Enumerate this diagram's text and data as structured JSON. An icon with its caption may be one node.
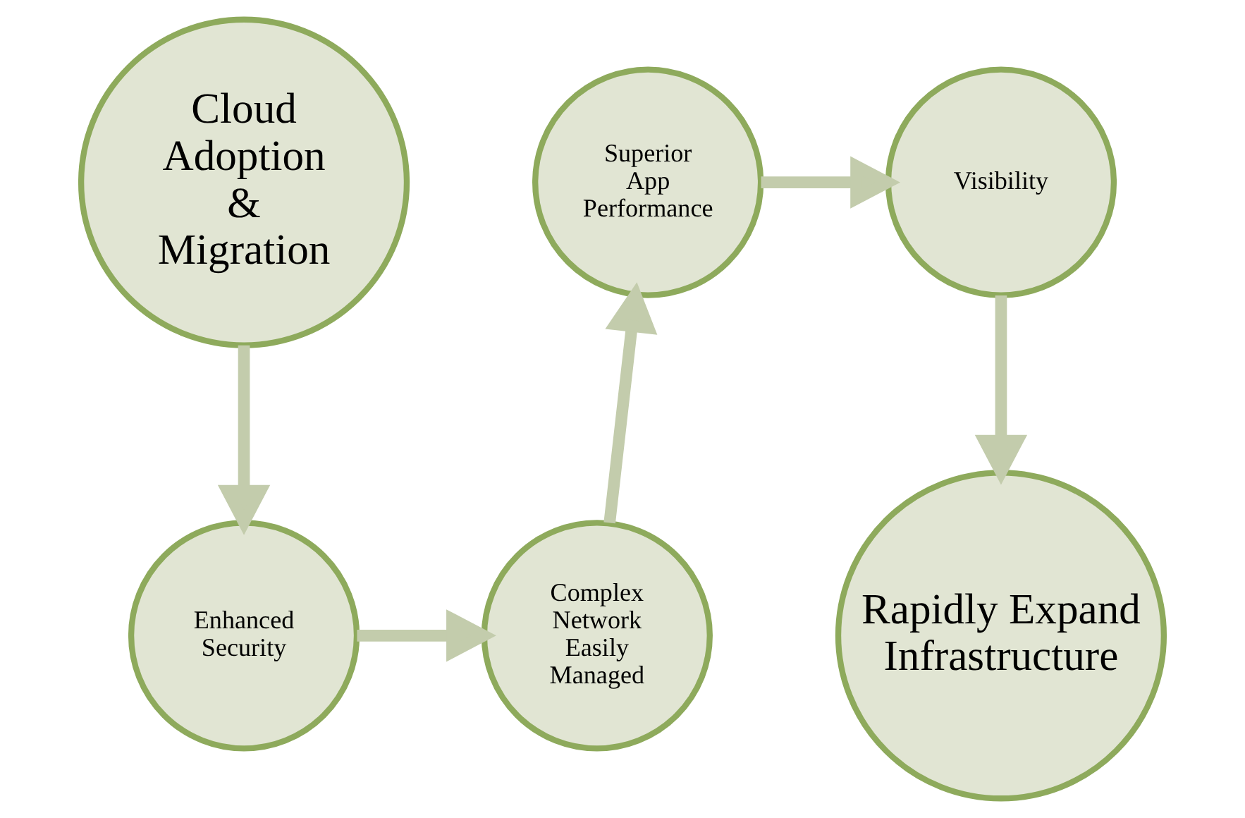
{
  "diagram": {
    "nodes": [
      {
        "text": [
          "Cloud Adoption & Migration"
        ]
      },
      {
        "text": [
          "Superior App Performance"
        ]
      },
      {
        "text": [
          "Visibility"
        ]
      },
      {
        "text": [
          "Enhanced Security"
        ]
      },
      {
        "text": [
          "Complex Network Easily Managed"
        ]
      },
      {
        "text": [
          "Rapidly Expand Infrastructure"
        ]
      }
    ],
    "edges": [
      {
        "from": 0,
        "to": 3,
        "arrow": "to"
      },
      {
        "from": 3,
        "to": 4,
        "arrow": "to"
      },
      {
        "from": 4,
        "to": 1,
        "arrow": "to"
      },
      {
        "from": 1,
        "to": 2,
        "arrow": "to"
      },
      {
        "from": 2,
        "to": 5,
        "arrow": "to"
      }
    ]
  }
}
